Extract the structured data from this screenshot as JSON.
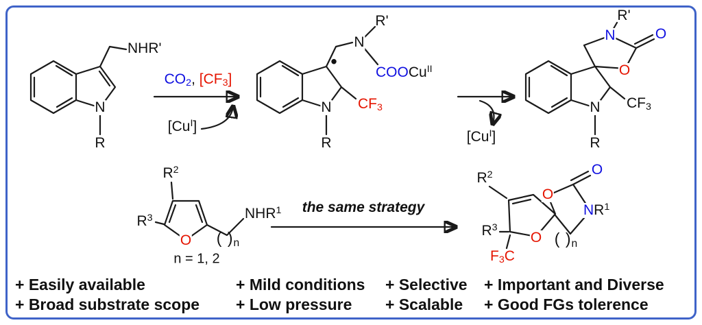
{
  "colors": {
    "frame_border": "#3f63c8",
    "highlight_blue": "#1010e0",
    "highlight_red": "#e51400",
    "bond": "#1a1a1a"
  },
  "top_scheme": {
    "substrate": {
      "amine_label": "NHR'",
      "ring_n": "N",
      "r_group": "R"
    },
    "step1": {
      "reagent_co": "CO",
      "reagent_co_sub": "2",
      "reagent_sep": ", ",
      "cf_open": "[CF",
      "cf_sub": "3",
      "cf_close": "]",
      "cat_open": "[Cu",
      "cat_sup": "I",
      "cat_close": "]"
    },
    "intermediate": {
      "radical_dot": "•",
      "r_prime": "R'",
      "amine_n": "N",
      "coo": "COO",
      "cu": "Cu",
      "cu_sup": "II",
      "cf": "CF",
      "cf_sub": "3",
      "ring_n": "N",
      "r_group": "R"
    },
    "step2": {
      "cat_open": "[Cu",
      "cat_sup": "I",
      "cat_close": "]"
    },
    "product": {
      "r_prime": "R'",
      "ox_n": "N",
      "carbonyl_o": "O",
      "ring_o": "O",
      "cf": "CF",
      "cf_sub": "3",
      "ring_n": "N",
      "r_group": "R"
    }
  },
  "bottom_scheme": {
    "substrate": {
      "r2_base": "R",
      "r2_sup": "2",
      "r3_base": "R",
      "r3_sup": "3",
      "furan_o": "O",
      "paren": "( )",
      "paren_sub": "n",
      "amine_base": "NHR",
      "amine_sup": "1",
      "n_values": "n = 1, 2"
    },
    "arrow_label": "the same strategy",
    "product": {
      "r2_base": "R",
      "r2_sup": "2",
      "r3_base": "R",
      "r3_sup": "3",
      "f3c_f": "F",
      "f3c_sub": "3",
      "f3c_c": "C",
      "furan_o": "O",
      "ring_o": "O",
      "carbonyl_o": "O",
      "ox_n": "N",
      "r1_base": "R",
      "r1_sup": "1",
      "paren": "( )",
      "paren_sub": "n"
    }
  },
  "features": {
    "columns": [
      {
        "line1": "+ Easily available",
        "line2": "+ Broad substrate scope"
      },
      {
        "line1": "+ Mild conditions",
        "line2": "+ Low pressure"
      },
      {
        "line1": "+ Selective",
        "line2": "+ Scalable"
      },
      {
        "line1": "+ Important and Diverse",
        "line2": "+ Good FGs tolerence"
      }
    ]
  }
}
